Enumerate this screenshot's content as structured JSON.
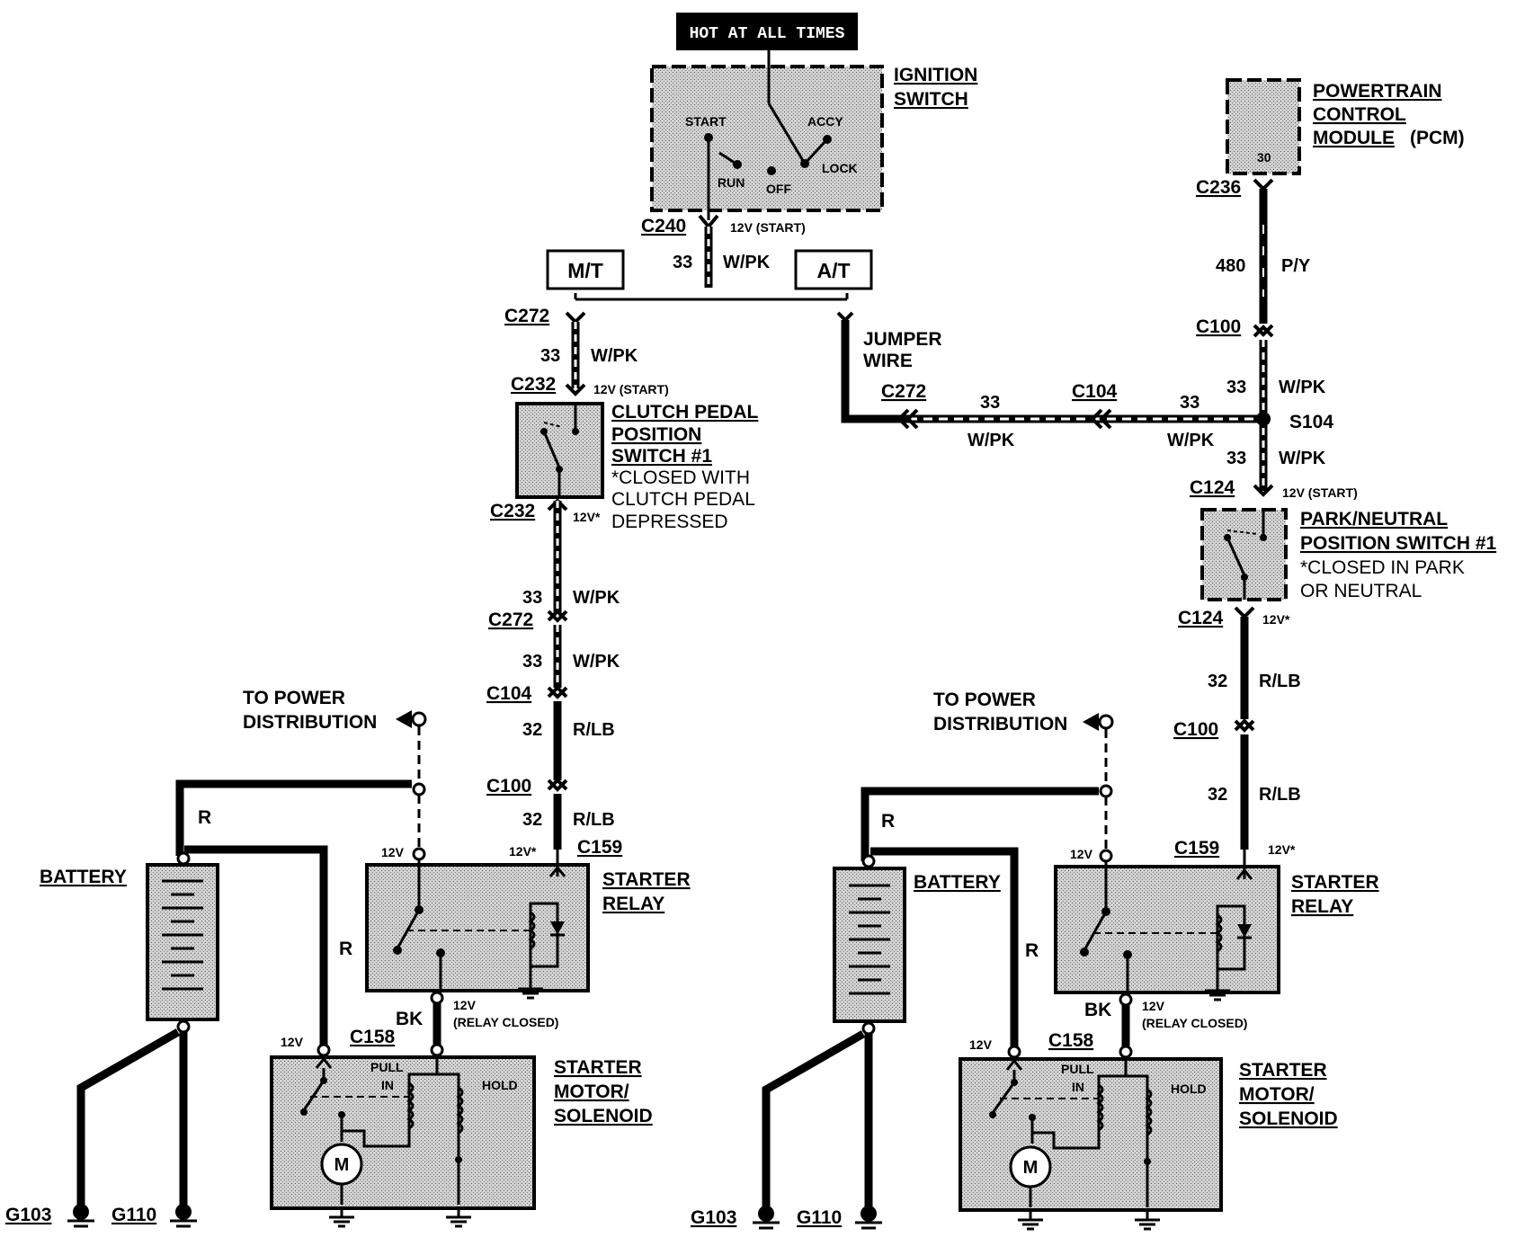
{
  "header": {
    "hot_label": "HOT AT ALL TIMES"
  },
  "ignition": {
    "title_1": "IGNITION",
    "title_2": "SWITCH",
    "start": "START",
    "accy": "ACCY",
    "run": "RUN",
    "off": "OFF",
    "lock": "LOCK",
    "c240": "C240",
    "v_start": "12V (START)",
    "circuit": "33",
    "color": "W/PK"
  },
  "trans": {
    "mt": "M/T",
    "at": "A/T"
  },
  "jumper": {
    "line1": "JUMPER",
    "line2": "WIRE"
  },
  "pcm": {
    "line1": "POWERTRAIN",
    "line2": "CONTROL",
    "line3": "MODULE",
    "line3b": "(PCM)",
    "pin": "30",
    "c236": "C236",
    "circuit": "480",
    "color": "P/Y",
    "c100": "C100"
  },
  "left_chain": {
    "c272_top": "C272",
    "c232_top": "C232",
    "v_start": "12V (START)",
    "clutch_1": "CLUTCH PEDAL",
    "clutch_2": "POSITION",
    "clutch_3": "SWITCH #1",
    "clutch_note_1": "*CLOSED WITH",
    "clutch_note_2": "CLUTCH PEDAL",
    "clutch_note_3": "DEPRESSED",
    "c232_bot": "C232",
    "v_star": "12V*",
    "c272_bot": "C272",
    "c104": "C104",
    "c100": "C100",
    "c159": "C159",
    "n33": "33",
    "wpk": "W/PK",
    "n32": "32",
    "rlb": "R/LB"
  },
  "horizontal": {
    "c272": "C272",
    "c104": "C104",
    "s104": "S104",
    "n33": "33",
    "wpk": "W/PK"
  },
  "right_chain": {
    "c124_top": "C124",
    "v_start": "12V (START)",
    "pn_1": "PARK/NEUTRAL",
    "pn_2": "POSITION SWITCH #1",
    "pn_note_1": "*CLOSED IN PARK",
    "pn_note_2": "OR  NEUTRAL",
    "c124_bot": "C124",
    "v_star": "12V*",
    "c100": "C100",
    "c159": "C159",
    "n33": "33",
    "wpk": "W/PK",
    "n32": "32",
    "rlb": "R/LB"
  },
  "lower": {
    "to_power_1": "TO POWER",
    "to_power_2": "DISTRIBUTION",
    "battery": "BATTERY",
    "r": "R",
    "v12": "12V",
    "v12star": "12V*",
    "starter_relay_1": "STARTER",
    "starter_relay_2": "RELAY",
    "bk": "BK",
    "relay_closed_1": "12V",
    "relay_closed_2": "(RELAY CLOSED)",
    "c158": "C158",
    "pull_1": "PULL",
    "pull_2": "IN",
    "hold": "HOLD",
    "motor": "M",
    "motor_1": "STARTER",
    "motor_2": "MOTOR/",
    "motor_3": "SOLENOID",
    "g103": "G103",
    "g110": "G110"
  }
}
